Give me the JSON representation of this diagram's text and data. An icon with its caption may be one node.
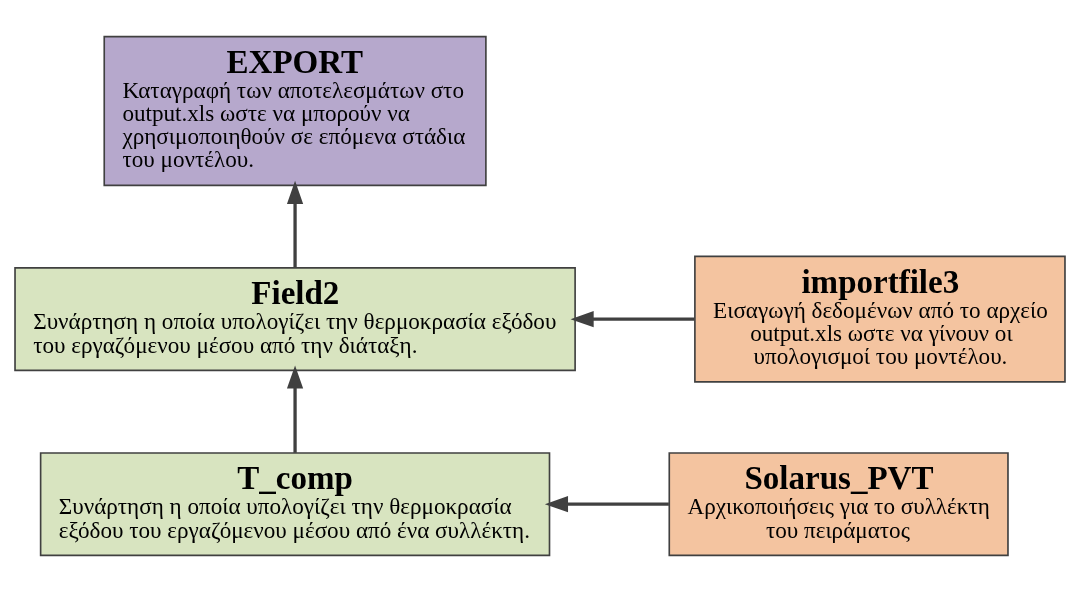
{
  "diagram": {
    "nodes": [
      {
        "text": [
          "EXPORT",
          "Καταγραφή των αποτελεσμάτων στο output.xls ωστε να μπορούν να χρησιμοποιηθούν σε επόμενα στάδια του μοντέλου."
        ]
      },
      {
        "text": [
          "Field2",
          "Συνάρτηση η οποία υπολογίζει την θερμοκρασία εξόδου του εργαζόμενου μέσου από την διάταξη."
        ]
      },
      {
        "text": [
          "importfile3",
          "Εισαγωγή δεδομένων από το αρχείο output.xls ωστε να γίνουν οι υπολογισμοί του μοντέλου."
        ]
      },
      {
        "text": [
          "T_comp",
          "Συνάρτηση η οποία υπολογίζει την θερμοκρασία εξόδου του εργαζόμενου μέσου από ένα συλλέκτη."
        ]
      },
      {
        "text": [
          "Solarus_PVT",
          "Αρχικοποιήσεις για το συλλέκτη του πειράματος"
        ]
      }
    ],
    "edges": [
      {
        "from": 1,
        "to": 0,
        "arrow": "to"
      },
      {
        "from": 2,
        "to": 1,
        "arrow": "to"
      },
      {
        "from": 3,
        "to": 1,
        "arrow": "to"
      },
      {
        "from": 4,
        "to": 3,
        "arrow": "to"
      }
    ]
  }
}
